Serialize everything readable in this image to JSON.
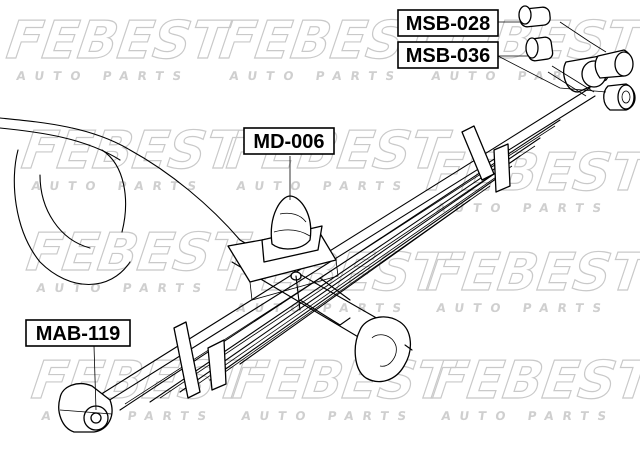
{
  "watermark": {
    "brand": "FEBEST",
    "sub": "AUTO PARTS",
    "color": "#c9c9c9"
  },
  "labels": {
    "msb028": "MSB-028",
    "msb036": "MSB-036",
    "md006": "MD-006",
    "mab119": "MAB-119"
  }
}
